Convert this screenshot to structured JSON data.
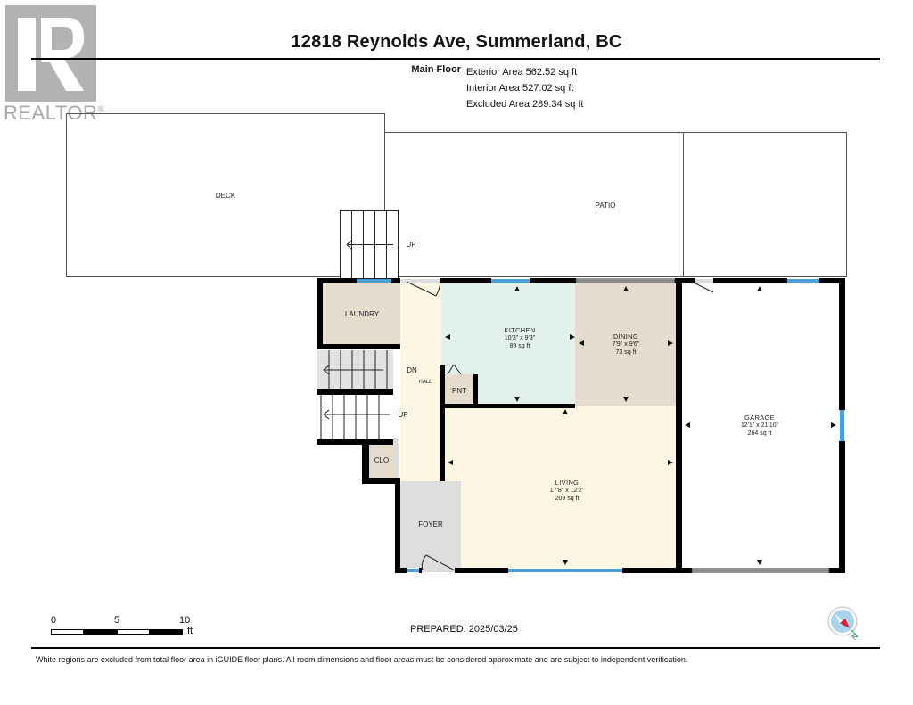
{
  "header": {
    "title": "12818 Reynolds Ave, Summerland, BC",
    "logo_text": "REALTOR",
    "logo_mark": "®"
  },
  "floor_summary": {
    "floor_name": "Main Floor",
    "exterior_area": "Exterior Area 562.52 sq ft",
    "interior_area": "Interior Area 527.02 sq ft",
    "excluded_area": "Excluded Area 289.34 sq ft"
  },
  "rooms": {
    "deck": {
      "name": "DECK"
    },
    "patio": {
      "name": "PATIO"
    },
    "laundry": {
      "name": "LAUNDRY"
    },
    "kitchen": {
      "name": "KITCHEN",
      "dims": "10'3\" x 9'3\"",
      "area": "89 sq ft"
    },
    "dining": {
      "name": "DINING",
      "dims": "7'9\" x 9'6\"",
      "area": "73 sq ft"
    },
    "hall": {
      "name": "HALL"
    },
    "pantry": {
      "name": "PNT"
    },
    "closet": {
      "name": "CLO"
    },
    "living": {
      "name": "LIVING",
      "dims": "17'8\" x 12'2\"",
      "area": "209 sq ft"
    },
    "foyer": {
      "name": "FOYER"
    },
    "garage": {
      "name": "GARAGE",
      "dims": "12'1\" x 21'10\"",
      "area": "264 sq ft"
    }
  },
  "stairs": {
    "deck_stairs": "UP",
    "down_stairs": "DN",
    "up_stairs": "UP"
  },
  "colors": {
    "wall": "#000000",
    "window": "#4a9fd6",
    "kitchen_fill": "#e3f1ec",
    "dining_fill": "#e6dccd",
    "laundry_fill": "#e6dccd",
    "hall_fill": "#fdf6e3",
    "living_fill": "#fdf6e3",
    "foyer_fill": "#dedede",
    "stairs_dn_fill": "#e2e2e2"
  },
  "scale_bar": {
    "ticks": [
      "0",
      "5",
      "10"
    ],
    "unit": "ft"
  },
  "footer": {
    "prepared": "PREPARED: 2025/03/25",
    "compass_label": "N",
    "disclaimer": "White regions are excluded from total floor area in iGUIDE floor plans. All room dimensions and floor areas must be considered approximate and are subject to independent verification."
  }
}
